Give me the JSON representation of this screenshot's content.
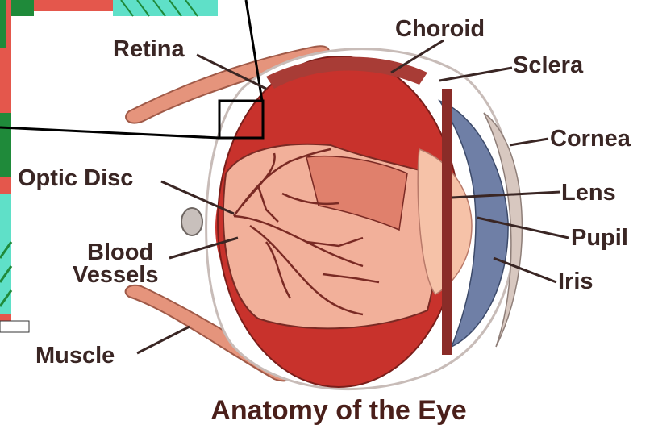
{
  "title": "Anatomy of the Eye",
  "labels": {
    "retina": "Retina",
    "choroid": "Choroid",
    "sclera": "Sclera",
    "cornea": "Cornea",
    "optic_disc": "Optic Disc",
    "lens": "Lens",
    "pupil": "Pupil",
    "blood_vessels_line1": "Blood",
    "blood_vessels_line2": "Vessels",
    "iris": "Iris",
    "muscle": "Muscle"
  },
  "colors": {
    "sclera": "#c8322c",
    "choroid": "#a83c36",
    "retina_fill": "#f2b09a",
    "lens": "#f6c2a8",
    "iris": "#6f7fa6",
    "cornea": "#d8c8c0",
    "muscle": "#e5947c",
    "label_text": "#3a2624",
    "bg_red": "#e4574c",
    "bg_teal": "#5fe0c8",
    "bg_green": "#1f8a3a"
  }
}
